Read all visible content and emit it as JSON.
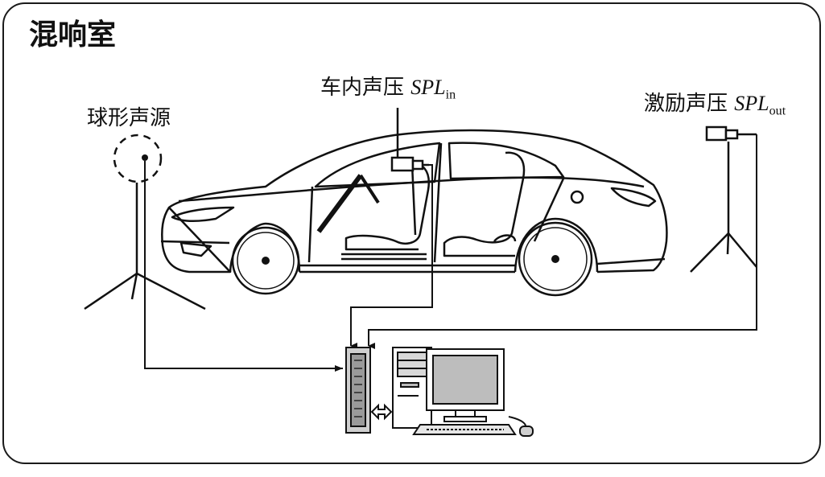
{
  "room": {
    "title": "混响室"
  },
  "source": {
    "label": "球形声源"
  },
  "spl_in": {
    "label": "车内声压",
    "symbol": "SPL",
    "subscript": "in"
  },
  "spl_out": {
    "label": "激励声压",
    "symbol": "SPL",
    "subscript": "out"
  }
}
